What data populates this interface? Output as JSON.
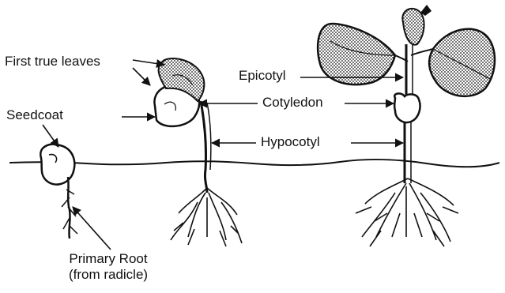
{
  "labels": {
    "first_true_leaves": "First true leaves",
    "seedcoat": "Seedcoat",
    "epicotyl": "Epicotyl",
    "cotyledon": "Cotyledon",
    "hypocotyl": "Hypocotyl",
    "primary_root_line1": "Primary Root",
    "primary_root_line2": "(from radicle)"
  },
  "colors": {
    "ink": "#111111",
    "leaf_fill": "#8a8a8a",
    "background": "#ffffff"
  }
}
